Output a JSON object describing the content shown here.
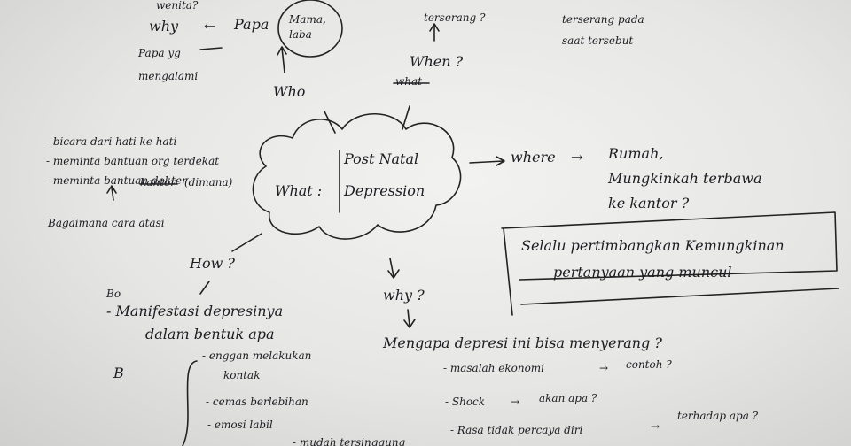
{
  "center": {
    "line1": "Post Natal",
    "what_label": "What :",
    "line2": "Depression"
  },
  "who": {
    "label": "Who",
    "circle": "Mama, laba",
    "papa": "Papa",
    "why": "why",
    "note1": "Papa yg",
    "note2": "mengalami",
    "top": "wenita?"
  },
  "when": {
    "label": "When ?",
    "struck": "what",
    "q": "terserang ?",
    "note1": "terserang pada",
    "note2": "saat tersebut"
  },
  "where": {
    "label": "where",
    "ans1": "Rumah,",
    "ans2": "Mungkinkah terbawa",
    "ans3": "ke kantor ?"
  },
  "box": {
    "line1": "Selalu pertimbangkan Kemungkinan",
    "line2": "pertanyaan yang muncul"
  },
  "how": {
    "label": "How ?",
    "item1": "- bicara dari hati ke hati",
    "item2": "- meminta bantuan org terdekat",
    "item3": "- meminta bantuan dokter",
    "struck": "kantor",
    "paren": "(dimana)",
    "q": "Bagaimana cara atasi",
    "b1": "Bo",
    "manif1": "- Manifestasi depresinya",
    "manif2": "dalam bentuk apa",
    "b2": "B",
    "sym1": "- enggan melakukan",
    "sym1b": "kontak",
    "sym2": "- cemas berlebihan",
    "sym3": "- emosi labil",
    "cut": "- mudah tersinggung"
  },
  "why": {
    "label": "why ?",
    "q": "Mengapa depresi ini bisa menyerang ?",
    "r1": "- masalah ekonomi",
    "r1b": "contoh ?",
    "r2": "- Shock",
    "r2b": "akan apa ?",
    "r3": "- Rasa tidak percaya diri",
    "r3b": "terhadap apa ?"
  },
  "arrow_glyph": "→",
  "left_arrow_glyph": "←",
  "up_arrow_glyph": "↑",
  "down_arrow_glyph": "↓"
}
